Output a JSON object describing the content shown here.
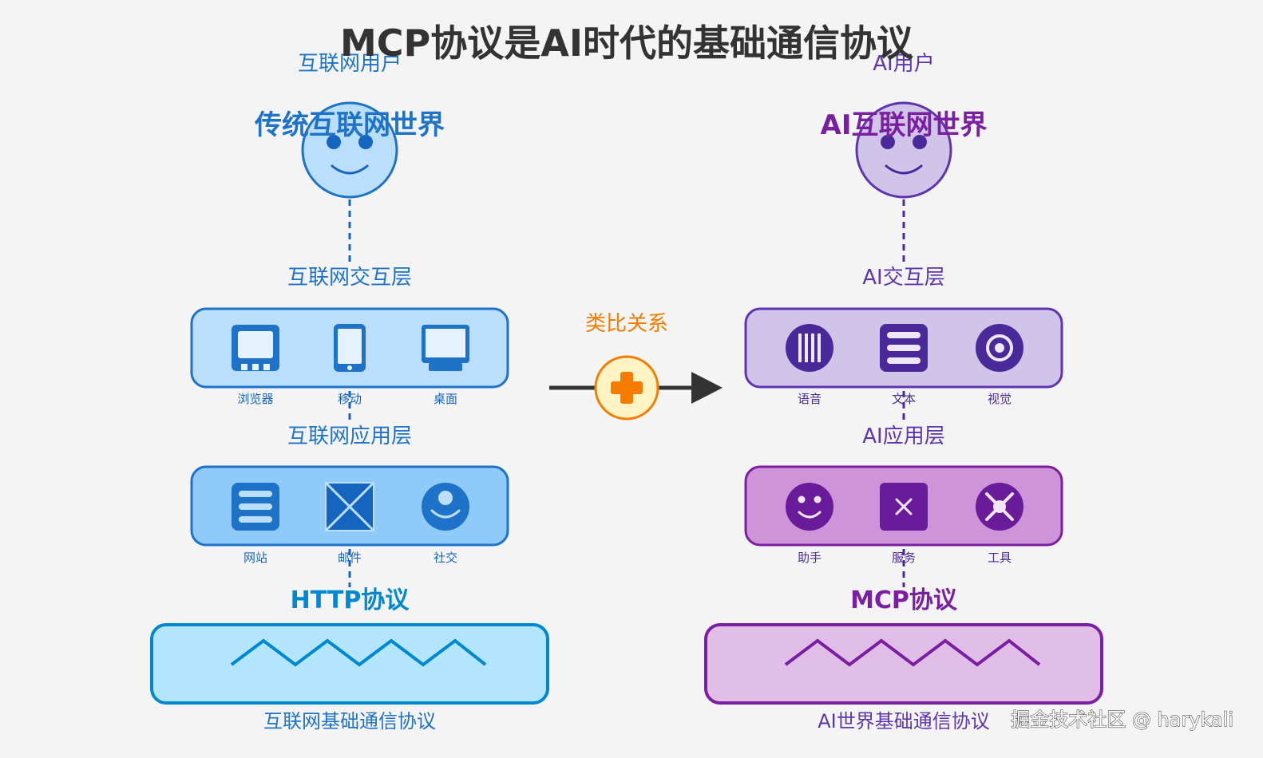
{
  "title": "MCP协议是AI时代的基础通信协议",
  "watermark": "掘金技术社区 @ harykali",
  "analogy_label": "类比关系",
  "left": {
    "user_label": "互联网用户",
    "world_label": "传统互联网世界",
    "interaction_layer": "互联网交互层",
    "interaction_items": [
      "浏览器",
      "移动",
      "桌面"
    ],
    "application_layer": "互联网应用层",
    "application_items": [
      "网站",
      "邮件",
      "社交"
    ],
    "protocol": "HTTP协议",
    "protocol_caption": "互联网基础通信协议"
  },
  "right": {
    "user_label": "AI用户",
    "world_label": "AI互联网世界",
    "interaction_layer": "AI交互层",
    "interaction_items": [
      "语音",
      "文本",
      "视觉"
    ],
    "application_layer": "AI应用层",
    "application_items": [
      "助手",
      "服务",
      "工具"
    ],
    "protocol": "MCP协议",
    "protocol_caption": "AI世界基础通信协议"
  },
  "colors": {
    "title": "#333333",
    "left_primary": "#1e73c8",
    "left_dark": "#1565c0",
    "left_face_fill": "#bbdefb",
    "left_layer1_fill": "#bbdefb",
    "left_layer2_fill": "#90caf9",
    "left_protocol_fill": "#b3e5fc",
    "left_protocol_stroke": "#0288d1",
    "right_primary": "#6a2fa0",
    "right_dark": "#4a2a9a",
    "right_face_fill": "#d1c4e9",
    "right_layer1_fill": "#d1c4e9",
    "right_layer2_fill": "#ce93d8",
    "right_protocol_fill": "#e1bee7",
    "right_protocol_stroke": "#7b1fa2",
    "analogy": "#f57c00",
    "arrow": "#333333"
  },
  "icons": {
    "left_interaction": [
      "browser-icon",
      "mobile-icon",
      "desktop-icon"
    ],
    "left_application": [
      "website-icon",
      "mail-icon",
      "social-icon"
    ],
    "right_interaction": [
      "voice-icon",
      "text-icon",
      "vision-icon"
    ],
    "right_application": [
      "assistant-icon",
      "service-icon",
      "tool-icon"
    ],
    "analogy": "plus-icon"
  }
}
